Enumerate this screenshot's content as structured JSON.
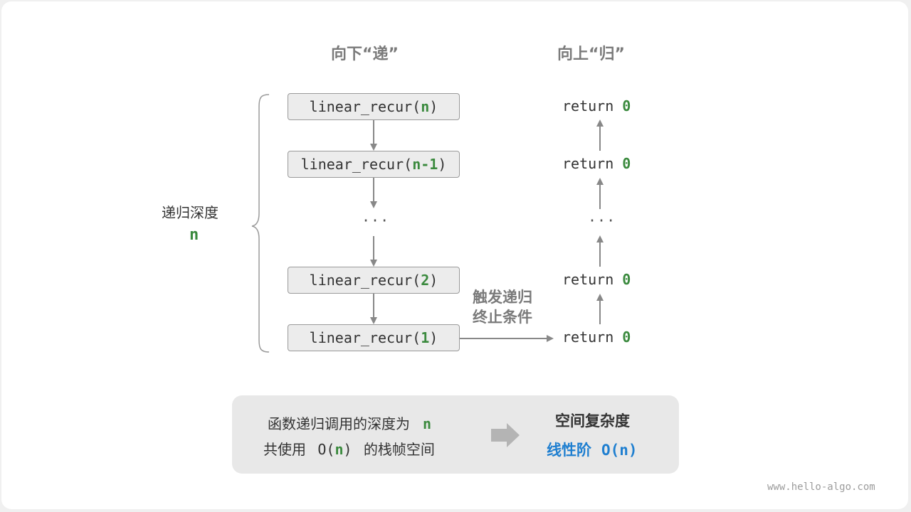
{
  "headings": {
    "down": "向下“递”",
    "up": "向上“归”"
  },
  "depth": {
    "label": "递归深度",
    "var": "n"
  },
  "calls": [
    {
      "fn": "linear_recur(",
      "arg": "n",
      "close": ")"
    },
    {
      "fn": "linear_recur(",
      "arg": "n-1",
      "close": ")"
    },
    {
      "fn": "linear_recur(",
      "arg": "2",
      "close": ")"
    },
    {
      "fn": "linear_recur(",
      "arg": "1",
      "close": ")"
    }
  ],
  "ellipsis": "···",
  "returns": [
    {
      "kw": "return ",
      "val": "0"
    },
    {
      "kw": "return ",
      "val": "0"
    },
    {
      "kw": "return ",
      "val": "0"
    },
    {
      "kw": "return ",
      "val": "0"
    }
  ],
  "trigger": {
    "line1": "触发递归",
    "line2": "终止条件"
  },
  "summary": {
    "line1_text": "函数递归调用的深度为",
    "line1_var": "n",
    "line2_a": "共使用",
    "line2_b": "O(",
    "line2_var": "n",
    "line2_c": ")",
    "line2_d": "的栈帧空间",
    "right_title": "空间复杂度",
    "right_value_a": "线性阶",
    "right_value_b": "O(n)"
  },
  "watermark": "www.hello-algo.com",
  "colors": {
    "green": "#3b8a3e",
    "blue": "#1f7fd0",
    "arrow": "#888888",
    "box_fill": "#ececec",
    "box_border": "#9a9a9a"
  }
}
